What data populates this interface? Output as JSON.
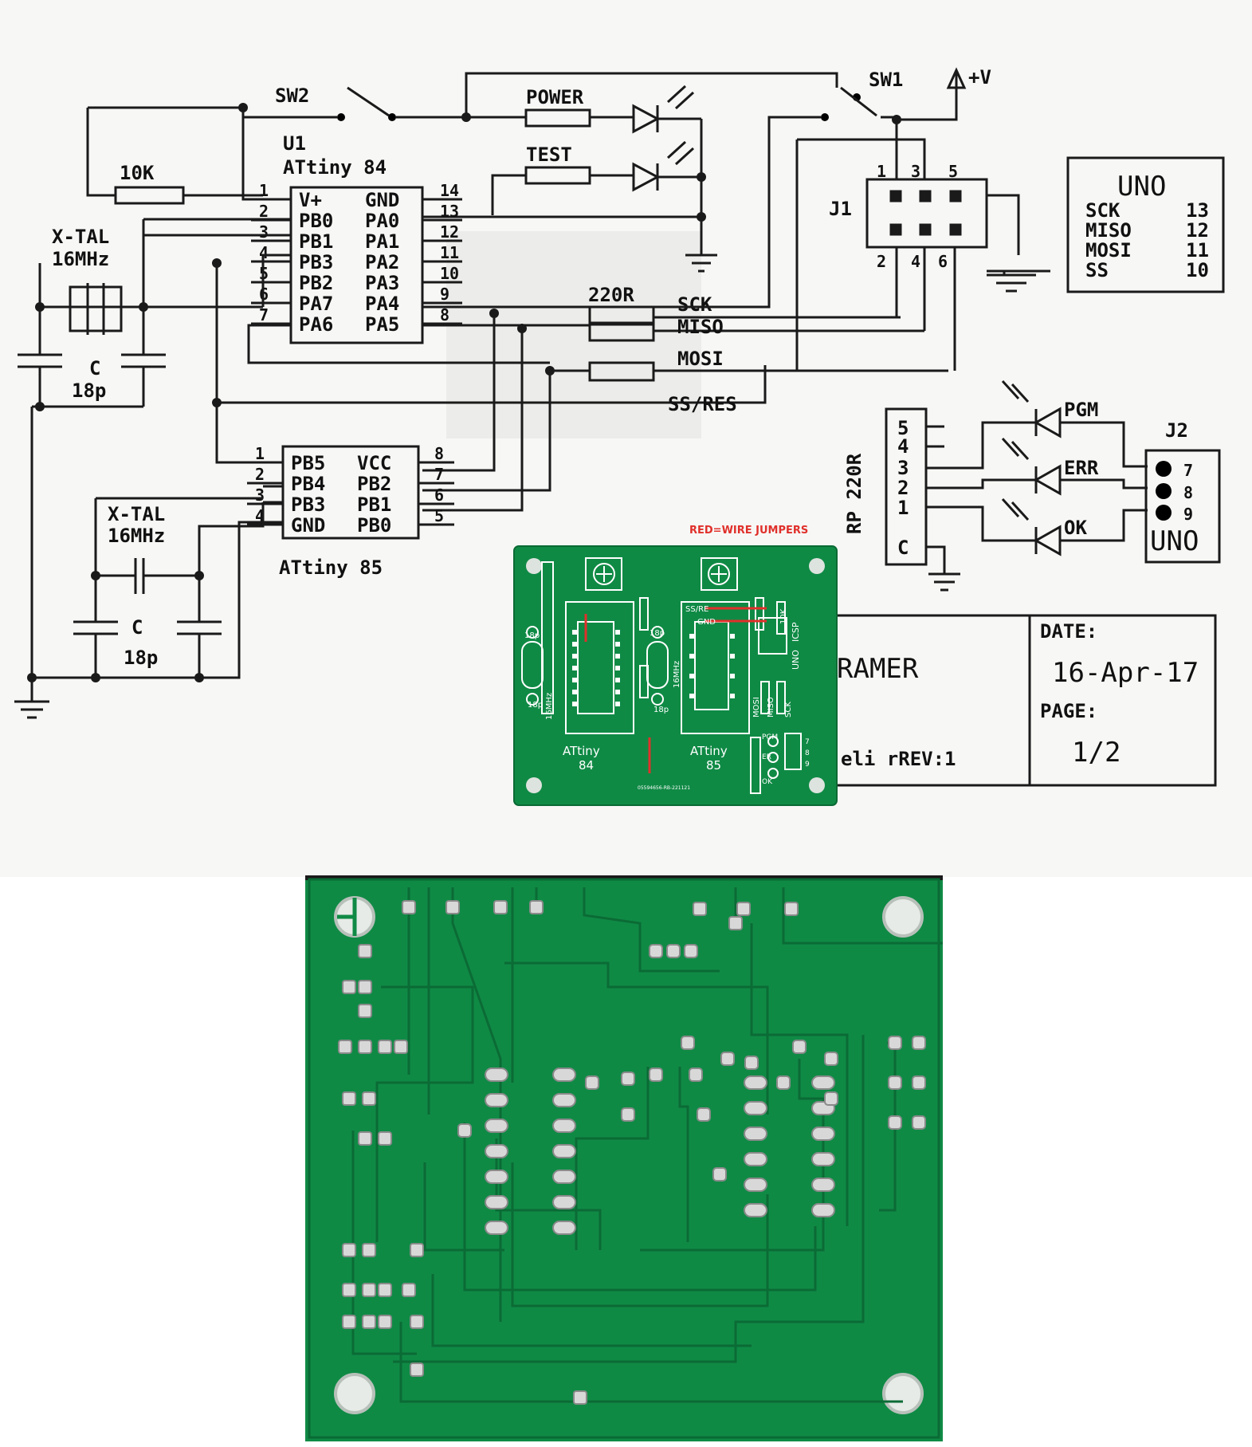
{
  "schematic": {
    "sw2": "SW2",
    "sw1": "SW1",
    "vplus": "+V",
    "power": "POWER",
    "test": "TEST",
    "u1": "U1",
    "u1_part": "ATtiny 84",
    "r10k": "10K",
    "xtal1_a": "X-TAL",
    "xtal1_b": "16MHz",
    "cap1_a": "C",
    "cap1_b": "18p",
    "xtal2_a": "X-TAL",
    "xtal2_b": "16MHz",
    "cap2_a": "C",
    "cap2_b": "18p",
    "u2_part": "ATtiny 85",
    "r220": "220R",
    "sck": "SCK",
    "miso": "MISO",
    "mosi": "MOSI",
    "ssres": "SS/RES",
    "j1": "J1",
    "j1_top": [
      "1",
      "3",
      "5"
    ],
    "j1_bot": [
      "2",
      "4",
      "6"
    ],
    "rp_a": "RP",
    "rp_b": "220R",
    "rp_pins": [
      "5",
      "4",
      "3",
      "2",
      "1",
      "C"
    ],
    "pgm": "PGM",
    "err": "ERR",
    "ok": "OK",
    "j2": "J2",
    "j2_pins": [
      "7",
      "8",
      "9"
    ],
    "j2_uno": "UNO",
    "u84_left_nums": [
      "1",
      "2",
      "3",
      "4",
      "5",
      "6",
      "7"
    ],
    "u84_right_nums": [
      "14",
      "13",
      "12",
      "11",
      "10",
      "9",
      "8"
    ],
    "u84_left": [
      "V+",
      "PB0",
      "PB1",
      "PB3",
      "PB2",
      "PA7",
      "PA6"
    ],
    "u84_right": [
      "GND",
      "PA0",
      "PA1",
      "PA2",
      "PA3",
      "PA4",
      "PA5"
    ],
    "u85_left_nums": [
      "1",
      "2",
      "3",
      "4"
    ],
    "u85_right_nums": [
      "8",
      "7",
      "6",
      "5"
    ],
    "u85_left": [
      "PB5",
      "PB4",
      "PB3",
      "GND"
    ],
    "u85_right": [
      "VCC",
      "PB2",
      "PB1",
      "PB0"
    ]
  },
  "uno_box": {
    "title": "UNO",
    "rows": [
      {
        "name": "SCK",
        "pin": "13"
      },
      {
        "name": "MISO",
        "pin": "12"
      },
      {
        "name": "MOSI",
        "pin": "11"
      },
      {
        "name": "SS",
        "pin": "10"
      }
    ]
  },
  "title_block": {
    "title_fragment": "RAMER",
    "rev_fragment": "eli rREV:1",
    "date_label": "DATE:",
    "date_value": "16-Apr-17",
    "page_label": "PAGE:",
    "page_value": "1/2"
  },
  "pcb_front": {
    "note": "RED=WIRE JUMPERS",
    "ssre": "SS/RE",
    "gnd": "GND",
    "r10k": "10K",
    "icsp": "ICSP",
    "uno": "UNO",
    "mosi": "MOSI",
    "miso": "MISO",
    "sck": "SCK",
    "cap_18p": "18p",
    "xtal_16mhz": "16MHz",
    "pgm": "PGM",
    "er": "ER",
    "ok": "OK",
    "chip84_a": "ATtiny",
    "chip84_b": "84",
    "chip85_a": "ATtiny",
    "chip85_b": "85",
    "j2_nums": [
      "7",
      "8",
      "9"
    ],
    "serial": "05594656-RB-221121"
  },
  "colors": {
    "pcb_green": "#0f8a45",
    "jumper_red": "#e0302b"
  }
}
